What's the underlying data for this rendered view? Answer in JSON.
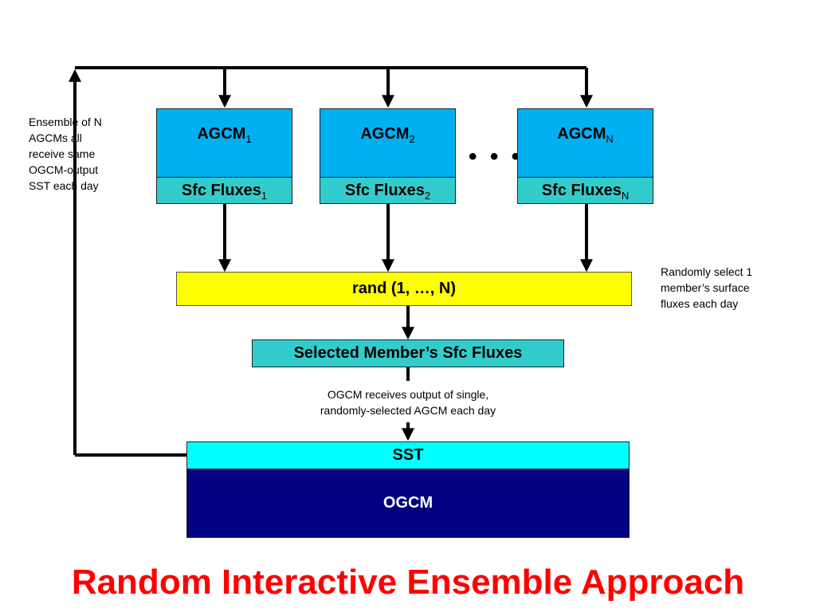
{
  "agcm_models": [
    {
      "name": "AGCM",
      "subscript": "1",
      "fluxes": "Sfc Fluxes",
      "fluxes_subscript": "1"
    },
    {
      "name": "AGCM",
      "subscript": "2",
      "fluxes": "Sfc Fluxes",
      "fluxes_subscript": "2"
    },
    {
      "name": "AGCM",
      "subscript": "N",
      "fluxes": "Sfc Fluxes",
      "fluxes_subscript": "N"
    }
  ],
  "ellipsis": "• • •",
  "rand_box": "rand (1, …, N)",
  "selected_box": "Selected Member’s Sfc Fluxes",
  "sst_label": "SST",
  "ogcm_label": "OGCM",
  "notes": {
    "left": [
      "Ensemble of N",
      "AGCMs all",
      "receive same",
      "OGCM-output",
      "SST each day"
    ],
    "right": [
      "Randomly select 1",
      "member’s surface",
      "fluxes each day"
    ],
    "center": [
      "OGCM receives output of single,",
      "randomly-selected AGCM each day"
    ]
  },
  "title": "Random Interactive Ensemble Approach"
}
